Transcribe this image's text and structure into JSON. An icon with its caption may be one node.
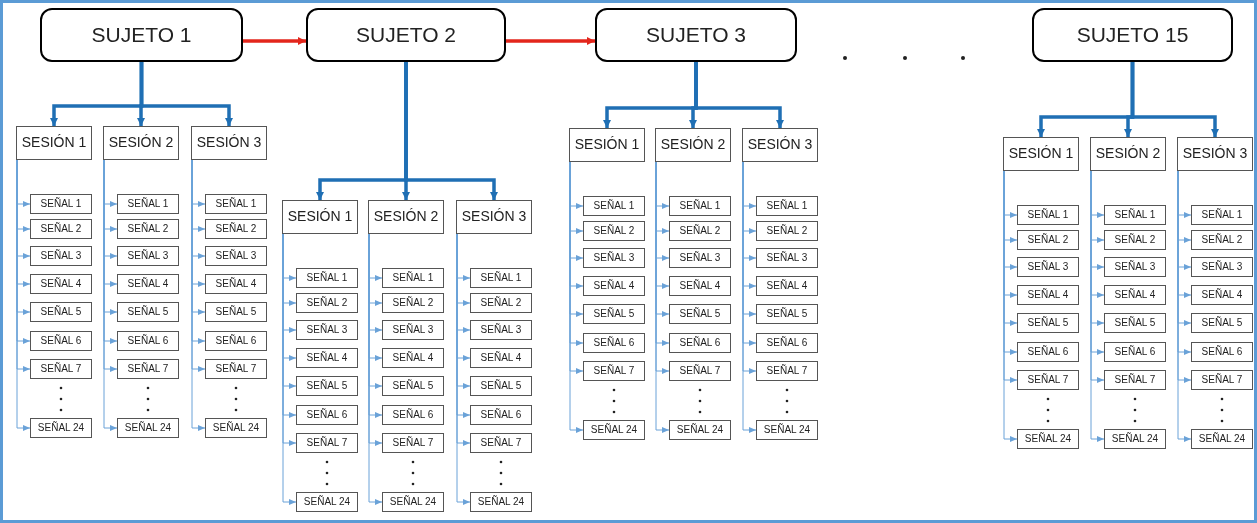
{
  "diagram": {
    "nodes": [
      {
        "text": [
          "SUJETO 1"
        ]
      },
      {
        "text": [
          "SUJETO 2"
        ]
      },
      {
        "text": [
          "SUJETO 3"
        ]
      },
      {
        "text": [
          "SUJETO 15"
        ]
      },
      {
        "text": [
          "SESIÓN 1"
        ]
      },
      {
        "text": [
          "SEÑAL 1"
        ]
      },
      {
        "text": [
          "SEÑAL 2"
        ]
      },
      {
        "text": [
          "SEÑAL 3"
        ]
      },
      {
        "text": [
          "SEÑAL 4"
        ]
      },
      {
        "text": [
          "SEÑAL 5"
        ]
      },
      {
        "text": [
          "SEÑAL 6"
        ]
      },
      {
        "text": [
          "SEÑAL 7"
        ]
      },
      {
        "text": [
          "SEÑAL 24"
        ]
      },
      {
        "text": [
          "SESIÓN 2"
        ]
      },
      {
        "text": [
          "SEÑAL 1"
        ]
      },
      {
        "text": [
          "SEÑAL 2"
        ]
      },
      {
        "text": [
          "SEÑAL 3"
        ]
      },
      {
        "text": [
          "SEÑAL 4"
        ]
      },
      {
        "text": [
          "SEÑAL 5"
        ]
      },
      {
        "text": [
          "SEÑAL 6"
        ]
      },
      {
        "text": [
          "SEÑAL 7"
        ]
      },
      {
        "text": [
          "SEÑAL 24"
        ]
      },
      {
        "text": [
          "SESIÓN 3"
        ]
      },
      {
        "text": [
          "SEÑAL 1"
        ]
      },
      {
        "text": [
          "SEÑAL 2"
        ]
      },
      {
        "text": [
          "SEÑAL 3"
        ]
      },
      {
        "text": [
          "SEÑAL 4"
        ]
      },
      {
        "text": [
          "SEÑAL 5"
        ]
      },
      {
        "text": [
          "SEÑAL 6"
        ]
      },
      {
        "text": [
          "SEÑAL 7"
        ]
      },
      {
        "text": [
          "SEÑAL 24"
        ]
      },
      {
        "text": [
          "SESIÓN 1"
        ]
      },
      {
        "text": [
          "SEÑAL 1"
        ]
      },
      {
        "text": [
          "SEÑAL 2"
        ]
      },
      {
        "text": [
          "SEÑAL 3"
        ]
      },
      {
        "text": [
          "SEÑAL 4"
        ]
      },
      {
        "text": [
          "SEÑAL 5"
        ]
      },
      {
        "text": [
          "SEÑAL 6"
        ]
      },
      {
        "text": [
          "SEÑAL 7"
        ]
      },
      {
        "text": [
          "SEÑAL 24"
        ]
      },
      {
        "text": [
          "SESIÓN 2"
        ]
      },
      {
        "text": [
          "SEÑAL 1"
        ]
      },
      {
        "text": [
          "SEÑAL 2"
        ]
      },
      {
        "text": [
          "SEÑAL 3"
        ]
      },
      {
        "text": [
          "SEÑAL 4"
        ]
      },
      {
        "text": [
          "SEÑAL 5"
        ]
      },
      {
        "text": [
          "SEÑAL 6"
        ]
      },
      {
        "text": [
          "SEÑAL 7"
        ]
      },
      {
        "text": [
          "SEÑAL 24"
        ]
      },
      {
        "text": [
          "SESIÓN 3"
        ]
      },
      {
        "text": [
          "SEÑAL 1"
        ]
      },
      {
        "text": [
          "SEÑAL 2"
        ]
      },
      {
        "text": [
          "SEÑAL 3"
        ]
      },
      {
        "text": [
          "SEÑAL 4"
        ]
      },
      {
        "text": [
          "SEÑAL 5"
        ]
      },
      {
        "text": [
          "SEÑAL 6"
        ]
      },
      {
        "text": [
          "SEÑAL 7"
        ]
      },
      {
        "text": [
          "SEÑAL 24"
        ]
      },
      {
        "text": [
          "SESIÓN 1"
        ]
      },
      {
        "text": [
          "SEÑAL 1"
        ]
      },
      {
        "text": [
          "SEÑAL 2"
        ]
      },
      {
        "text": [
          "SEÑAL 3"
        ]
      },
      {
        "text": [
          "SEÑAL 4"
        ]
      },
      {
        "text": [
          "SEÑAL 5"
        ]
      },
      {
        "text": [
          "SEÑAL 6"
        ]
      },
      {
        "text": [
          "SEÑAL 7"
        ]
      },
      {
        "text": [
          "SEÑAL 24"
        ]
      },
      {
        "text": [
          "SESIÓN 2"
        ]
      },
      {
        "text": [
          "SEÑAL 1"
        ]
      },
      {
        "text": [
          "SEÑAL 2"
        ]
      },
      {
        "text": [
          "SEÑAL 3"
        ]
      },
      {
        "text": [
          "SEÑAL 4"
        ]
      },
      {
        "text": [
          "SEÑAL 5"
        ]
      },
      {
        "text": [
          "SEÑAL 6"
        ]
      },
      {
        "text": [
          "SEÑAL 7"
        ]
      },
      {
        "text": [
          "SEÑAL 24"
        ]
      },
      {
        "text": [
          "SESIÓN 3"
        ]
      },
      {
        "text": [
          "SEÑAL 1"
        ]
      },
      {
        "text": [
          "SEÑAL 2"
        ]
      },
      {
        "text": [
          "SEÑAL 3"
        ]
      },
      {
        "text": [
          "SEÑAL 4"
        ]
      },
      {
        "text": [
          "SEÑAL 5"
        ]
      },
      {
        "text": [
          "SEÑAL 6"
        ]
      },
      {
        "text": [
          "SEÑAL 7"
        ]
      },
      {
        "text": [
          "SEÑAL 24"
        ]
      },
      {
        "text": [
          "SESIÓN 1"
        ]
      },
      {
        "text": [
          "SEÑAL 1"
        ]
      },
      {
        "text": [
          "SEÑAL 2"
        ]
      },
      {
        "text": [
          "SEÑAL 3"
        ]
      },
      {
        "text": [
          "SEÑAL 4"
        ]
      },
      {
        "text": [
          "SEÑAL 5"
        ]
      },
      {
        "text": [
          "SEÑAL 6"
        ]
      },
      {
        "text": [
          "SEÑAL 7"
        ]
      },
      {
        "text": [
          "SEÑAL 24"
        ]
      },
      {
        "text": [
          "SESIÓN 2"
        ]
      },
      {
        "text": [
          "SEÑAL 1"
        ]
      },
      {
        "text": [
          "SEÑAL 2"
        ]
      },
      {
        "text": [
          "SEÑAL 3"
        ]
      },
      {
        "text": [
          "SEÑAL 4"
        ]
      },
      {
        "text": [
          "SEÑAL 5"
        ]
      },
      {
        "text": [
          "SEÑAL 6"
        ]
      },
      {
        "text": [
          "SEÑAL 7"
        ]
      },
      {
        "text": [
          "SEÑAL 24"
        ]
      },
      {
        "text": [
          "SESIÓN 3"
        ]
      },
      {
        "text": [
          "SEÑAL 1"
        ]
      },
      {
        "text": [
          "SEÑAL 2"
        ]
      },
      {
        "text": [
          "SEÑAL 3"
        ]
      },
      {
        "text": [
          "SEÑAL 4"
        ]
      },
      {
        "text": [
          "SEÑAL 5"
        ]
      },
      {
        "text": [
          "SEÑAL 6"
        ]
      },
      {
        "text": [
          "SEÑAL 7"
        ]
      },
      {
        "text": [
          "SEÑAL 24"
        ]
      }
    ],
    "edges": [
      {
        "from": 0,
        "to": 1,
        "arrow": "to",
        "style": "thick",
        "color": "#e3261c"
      },
      {
        "from": 1,
        "to": 2,
        "arrow": "to",
        "style": "thick",
        "color": "#e3261c"
      },
      {
        "from": 0,
        "to": 4,
        "arrow": "to",
        "style": "thick",
        "color": "#1f6fb4"
      },
      {
        "from": 0,
        "to": 13,
        "arrow": "to",
        "style": "thick",
        "color": "#1f6fb4"
      },
      {
        "from": 0,
        "to": 22,
        "arrow": "to",
        "style": "thick",
        "color": "#1f6fb4"
      },
      {
        "from": 4,
        "to": 5,
        "arrow": "to"
      },
      {
        "from": 4,
        "to": 6,
        "arrow": "to"
      },
      {
        "from": 4,
        "to": 7,
        "arrow": "to"
      },
      {
        "from": 4,
        "to": 8,
        "arrow": "to"
      },
      {
        "from": 4,
        "to": 9,
        "arrow": "to"
      },
      {
        "from": 4,
        "to": 10,
        "arrow": "to"
      },
      {
        "from": 4,
        "to": 11,
        "arrow": "to"
      },
      {
        "from": 4,
        "to": 12,
        "arrow": "to"
      },
      {
        "from": 13,
        "to": 14,
        "arrow": "to"
      },
      {
        "from": 13,
        "to": 15,
        "arrow": "to"
      },
      {
        "from": 13,
        "to": 16,
        "arrow": "to"
      },
      {
        "from": 13,
        "to": 17,
        "arrow": "to"
      },
      {
        "from": 13,
        "to": 18,
        "arrow": "to"
      },
      {
        "from": 13,
        "to": 19,
        "arrow": "to"
      },
      {
        "from": 13,
        "to": 20,
        "arrow": "to"
      },
      {
        "from": 13,
        "to": 21,
        "arrow": "to"
      },
      {
        "from": 22,
        "to": 23,
        "arrow": "to"
      },
      {
        "from": 22,
        "to": 24,
        "arrow": "to"
      },
      {
        "from": 22,
        "to": 25,
        "arrow": "to"
      },
      {
        "from": 22,
        "to": 26,
        "arrow": "to"
      },
      {
        "from": 22,
        "to": 27,
        "arrow": "to"
      },
      {
        "from": 22,
        "to": 28,
        "arrow": "to"
      },
      {
        "from": 22,
        "to": 29,
        "arrow": "to"
      },
      {
        "from": 22,
        "to": 30,
        "arrow": "to"
      },
      {
        "from": 1,
        "to": 31,
        "arrow": "to",
        "style": "thick",
        "color": "#1f6fb4"
      },
      {
        "from": 1,
        "to": 40,
        "arrow": "to",
        "style": "thick",
        "color": "#1f6fb4"
      },
      {
        "from": 1,
        "to": 49,
        "arrow": "to",
        "style": "thick",
        "color": "#1f6fb4"
      },
      {
        "from": 31,
        "to": 32,
        "arrow": "to"
      },
      {
        "from": 31,
        "to": 33,
        "arrow": "to"
      },
      {
        "from": 31,
        "to": 34,
        "arrow": "to"
      },
      {
        "from": 31,
        "to": 35,
        "arrow": "to"
      },
      {
        "from": 31,
        "to": 36,
        "arrow": "to"
      },
      {
        "from": 31,
        "to": 37,
        "arrow": "to"
      },
      {
        "from": 31,
        "to": 38,
        "arrow": "to"
      },
      {
        "from": 31,
        "to": 39,
        "arrow": "to"
      },
      {
        "from": 40,
        "to": 41,
        "arrow": "to"
      },
      {
        "from": 40,
        "to": 42,
        "arrow": "to"
      },
      {
        "from": 40,
        "to": 43,
        "arrow": "to"
      },
      {
        "from": 40,
        "to": 44,
        "arrow": "to"
      },
      {
        "from": 40,
        "to": 45,
        "arrow": "to"
      },
      {
        "from": 40,
        "to": 46,
        "arrow": "to"
      },
      {
        "from": 40,
        "to": 47,
        "arrow": "to"
      },
      {
        "from": 40,
        "to": 48,
        "arrow": "to"
      },
      {
        "from": 49,
        "to": 50,
        "arrow": "to"
      },
      {
        "from": 49,
        "to": 51,
        "arrow": "to"
      },
      {
        "from": 49,
        "to": 52,
        "arrow": "to"
      },
      {
        "from": 49,
        "to": 53,
        "arrow": "to"
      },
      {
        "from": 49,
        "to": 54,
        "arrow": "to"
      },
      {
        "from": 49,
        "to": 55,
        "arrow": "to"
      },
      {
        "from": 49,
        "to": 56,
        "arrow": "to"
      },
      {
        "from": 49,
        "to": 57,
        "arrow": "to"
      },
      {
        "from": 2,
        "to": 58,
        "arrow": "to",
        "style": "thick",
        "color": "#1f6fb4"
      },
      {
        "from": 2,
        "to": 67,
        "arrow": "to",
        "style": "thick",
        "color": "#1f6fb4"
      },
      {
        "from": 2,
        "to": 76,
        "arrow": "to",
        "style": "thick",
        "color": "#1f6fb4"
      },
      {
        "from": 58,
        "to": 59,
        "arrow": "to"
      },
      {
        "from": 58,
        "to": 60,
        "arrow": "to"
      },
      {
        "from": 58,
        "to": 61,
        "arrow": "to"
      },
      {
        "from": 58,
        "to": 62,
        "arrow": "to"
      },
      {
        "from": 58,
        "to": 63,
        "arrow": "to"
      },
      {
        "from": 58,
        "to": 64,
        "arrow": "to"
      },
      {
        "from": 58,
        "to": 65,
        "arrow": "to"
      },
      {
        "from": 58,
        "to": 66,
        "arrow": "to"
      },
      {
        "from": 67,
        "to": 68,
        "arrow": "to"
      },
      {
        "from": 67,
        "to": 69,
        "arrow": "to"
      },
      {
        "from": 67,
        "to": 70,
        "arrow": "to"
      },
      {
        "from": 67,
        "to": 71,
        "arrow": "to"
      },
      {
        "from": 67,
        "to": 72,
        "arrow": "to"
      },
      {
        "from": 67,
        "to": 73,
        "arrow": "to"
      },
      {
        "from": 67,
        "to": 74,
        "arrow": "to"
      },
      {
        "from": 67,
        "to": 75,
        "arrow": "to"
      },
      {
        "from": 76,
        "to": 77,
        "arrow": "to"
      },
      {
        "from": 76,
        "to": 78,
        "arrow": "to"
      },
      {
        "from": 76,
        "to": 79,
        "arrow": "to"
      },
      {
        "from": 76,
        "to": 80,
        "arrow": "to"
      },
      {
        "from": 76,
        "to": 81,
        "arrow": "to"
      },
      {
        "from": 76,
        "to": 82,
        "arrow": "to"
      },
      {
        "from": 76,
        "to": 83,
        "arrow": "to"
      },
      {
        "from": 76,
        "to": 84,
        "arrow": "to"
      },
      {
        "from": 3,
        "to": 85,
        "arrow": "to",
        "style": "thick",
        "color": "#1f6fb4"
      },
      {
        "from": 3,
        "to": 94,
        "arrow": "to",
        "style": "thick",
        "color": "#1f6fb4"
      },
      {
        "from": 3,
        "to": 103,
        "arrow": "to",
        "style": "thick",
        "color": "#1f6fb4"
      },
      {
        "from": 85,
        "to": 86,
        "arrow": "to"
      },
      {
        "from": 85,
        "to": 87,
        "arrow": "to"
      },
      {
        "from": 85,
        "to": 88,
        "arrow": "to"
      },
      {
        "from": 85,
        "to": 89,
        "arrow": "to"
      },
      {
        "from": 85,
        "to": 90,
        "arrow": "to"
      },
      {
        "from": 85,
        "to": 91,
        "arrow": "to"
      },
      {
        "from": 85,
        "to": 92,
        "arrow": "to"
      },
      {
        "from": 85,
        "to": 93,
        "arrow": "to"
      },
      {
        "from": 94,
        "to": 95,
        "arrow": "to"
      },
      {
        "from": 94,
        "to": 96,
        "arrow": "to"
      },
      {
        "from": 94,
        "to": 97,
        "arrow": "to"
      },
      {
        "from": 94,
        "to": 98,
        "arrow": "to"
      },
      {
        "from": 94,
        "to": 99,
        "arrow": "to"
      },
      {
        "from": 94,
        "to": 100,
        "arrow": "to"
      },
      {
        "from": 94,
        "to": 101,
        "arrow": "to"
      },
      {
        "from": 94,
        "to": 102,
        "arrow": "to"
      },
      {
        "from": 103,
        "to": 104,
        "arrow": "to"
      },
      {
        "from": 103,
        "to": 105,
        "arrow": "to"
      },
      {
        "from": 103,
        "to": 106,
        "arrow": "to"
      },
      {
        "from": 103,
        "to": 107,
        "arrow": "to"
      },
      {
        "from": 103,
        "to": 108,
        "arrow": "to"
      },
      {
        "from": 103,
        "to": 109,
        "arrow": "to"
      },
      {
        "from": 103,
        "to": 110,
        "arrow": "to"
      },
      {
        "from": 103,
        "to": 111,
        "arrow": "to"
      }
    ]
  }
}
